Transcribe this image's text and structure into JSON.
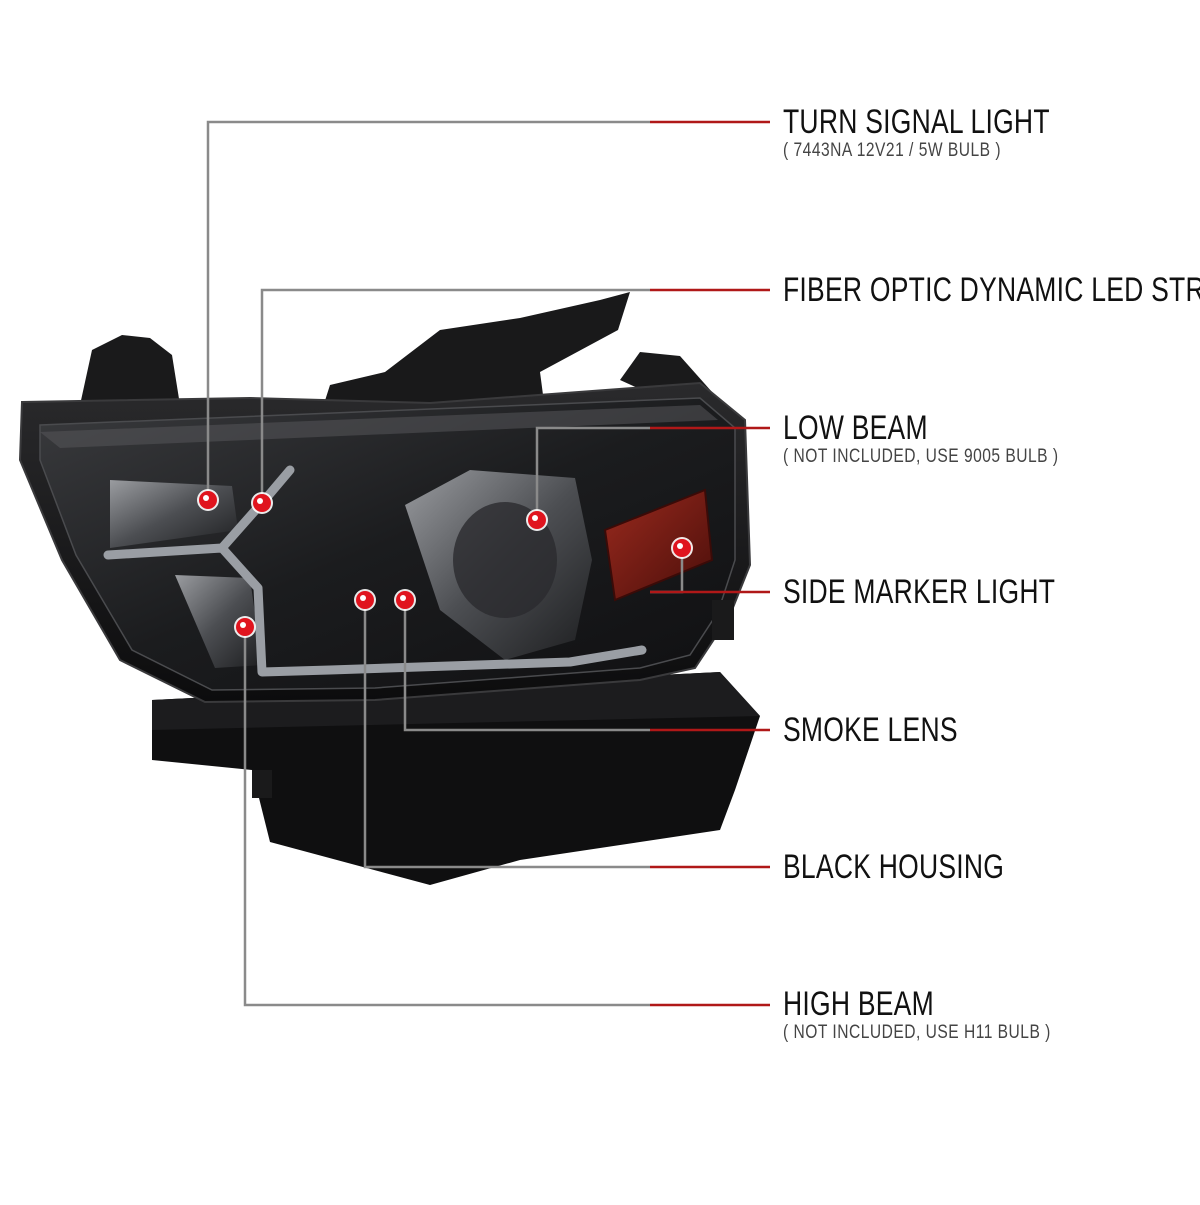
{
  "callouts": [
    {
      "id": "turn-signal",
      "title": "TURN SIGNAL LIGHT",
      "subtitle": "( 7443NA  12V21 / 5W  BULB )"
    },
    {
      "id": "fiber-optic",
      "title": "FIBER OPTIC DYNAMIC LED STRIP",
      "subtitle": ""
    },
    {
      "id": "low-beam",
      "title": "LOW BEAM",
      "subtitle": "( NOT INCLUDED, USE  9005  BULB )"
    },
    {
      "id": "side-marker",
      "title": "SIDE MARKER LIGHT",
      "subtitle": ""
    },
    {
      "id": "smoke-lens",
      "title": "SMOKE LENS",
      "subtitle": ""
    },
    {
      "id": "black-housing",
      "title": "BLACK HOUSING",
      "subtitle": ""
    },
    {
      "id": "high-beam",
      "title": "HIGH BEAM",
      "subtitle": "( NOT INCLUDED, USE  H11  BULB )"
    }
  ],
  "colors": {
    "leader_line": "#8a8a8a",
    "leader_accent": "#b01818",
    "dot": "#e0141e",
    "housing": "#151515",
    "marker_lens": "#7a1812"
  }
}
